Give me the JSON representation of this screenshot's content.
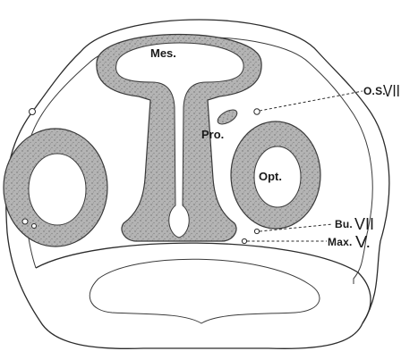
{
  "labels": {
    "mes": "Mes.",
    "pro": "Pro.",
    "opt": "Opt.",
    "os_prefix": "O.S.",
    "os_num": "VII",
    "bu_prefix": "Bu.",
    "bu_num": "VII",
    "max_prefix": "Max.",
    "max_num": "V."
  },
  "colors": {
    "tissue": "#a8a8a8",
    "outline": "#2b2b2b",
    "background": "#ffffff"
  }
}
